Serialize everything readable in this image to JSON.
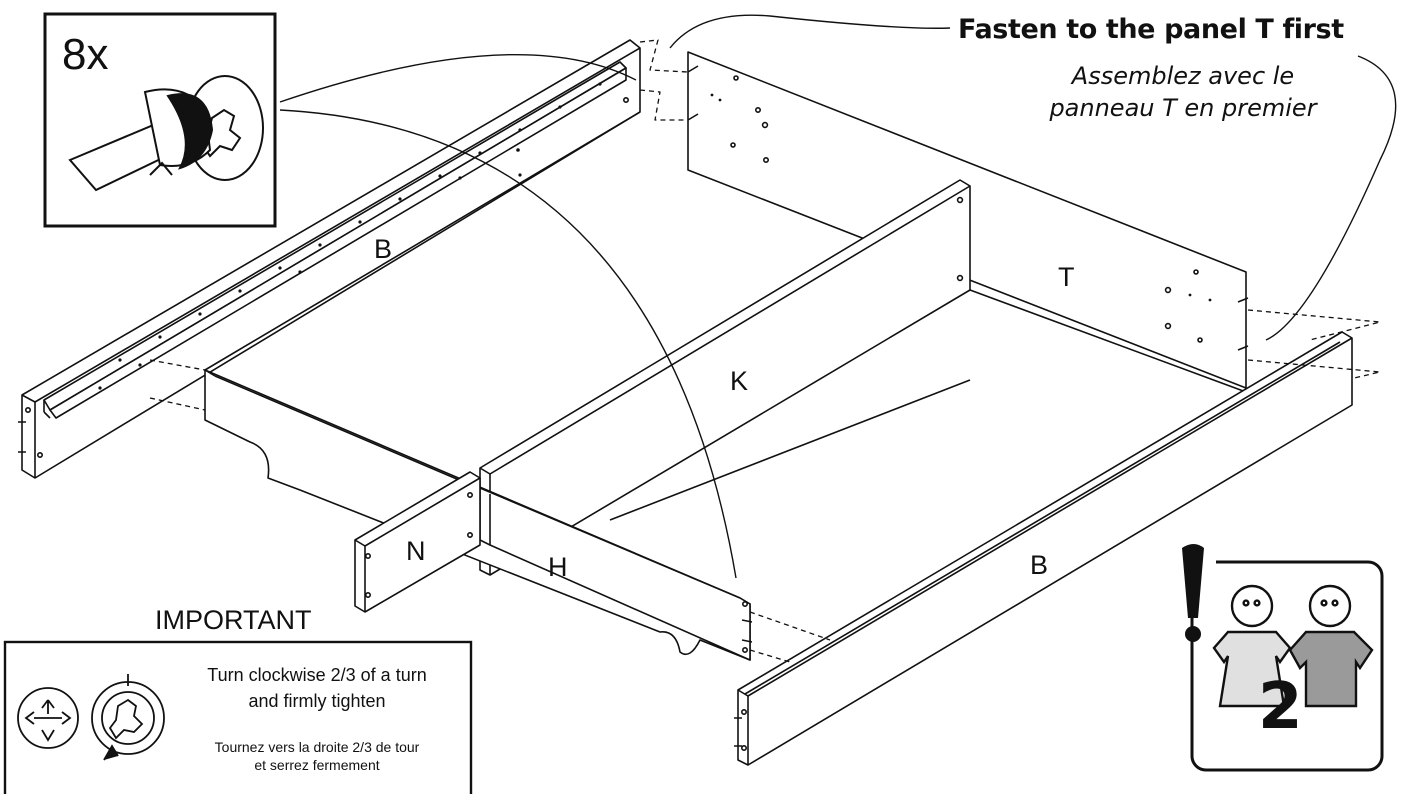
{
  "header": {
    "title_en": "Fasten to the panel T  first",
    "title_fr_line1": "Assemblez avec le",
    "title_fr_line2": "panneau T en premier"
  },
  "screw_callout": {
    "count": "8x",
    "icon": "screwdriver-cam-lock-icon"
  },
  "panels": [
    {
      "id": "B-left",
      "label": "B"
    },
    {
      "id": "T",
      "label": "T"
    },
    {
      "id": "K",
      "label": "K"
    },
    {
      "id": "N",
      "label": "N"
    },
    {
      "id": "H",
      "label": "H"
    },
    {
      "id": "B-front",
      "label": "B"
    }
  ],
  "important": {
    "title": "IMPORTANT",
    "en_line1": "Turn clockwise 2/3 of a turn",
    "en_line2": "and firmly tighten",
    "fr_line1": "Tournez vers la droite 2/3 de tour",
    "fr_line2": "et serrez fermement",
    "icons": [
      "cam-lock-open-icon",
      "cam-lock-rotate-icon"
    ]
  },
  "people_badge": {
    "count": "2",
    "icons": [
      "warning-exclamation-icon",
      "person-girl-icon",
      "person-boy-icon"
    ]
  },
  "colors": {
    "line": "#111111",
    "shirt_light": "#e0e0e0",
    "shirt_dark": "#9a9a9a"
  }
}
